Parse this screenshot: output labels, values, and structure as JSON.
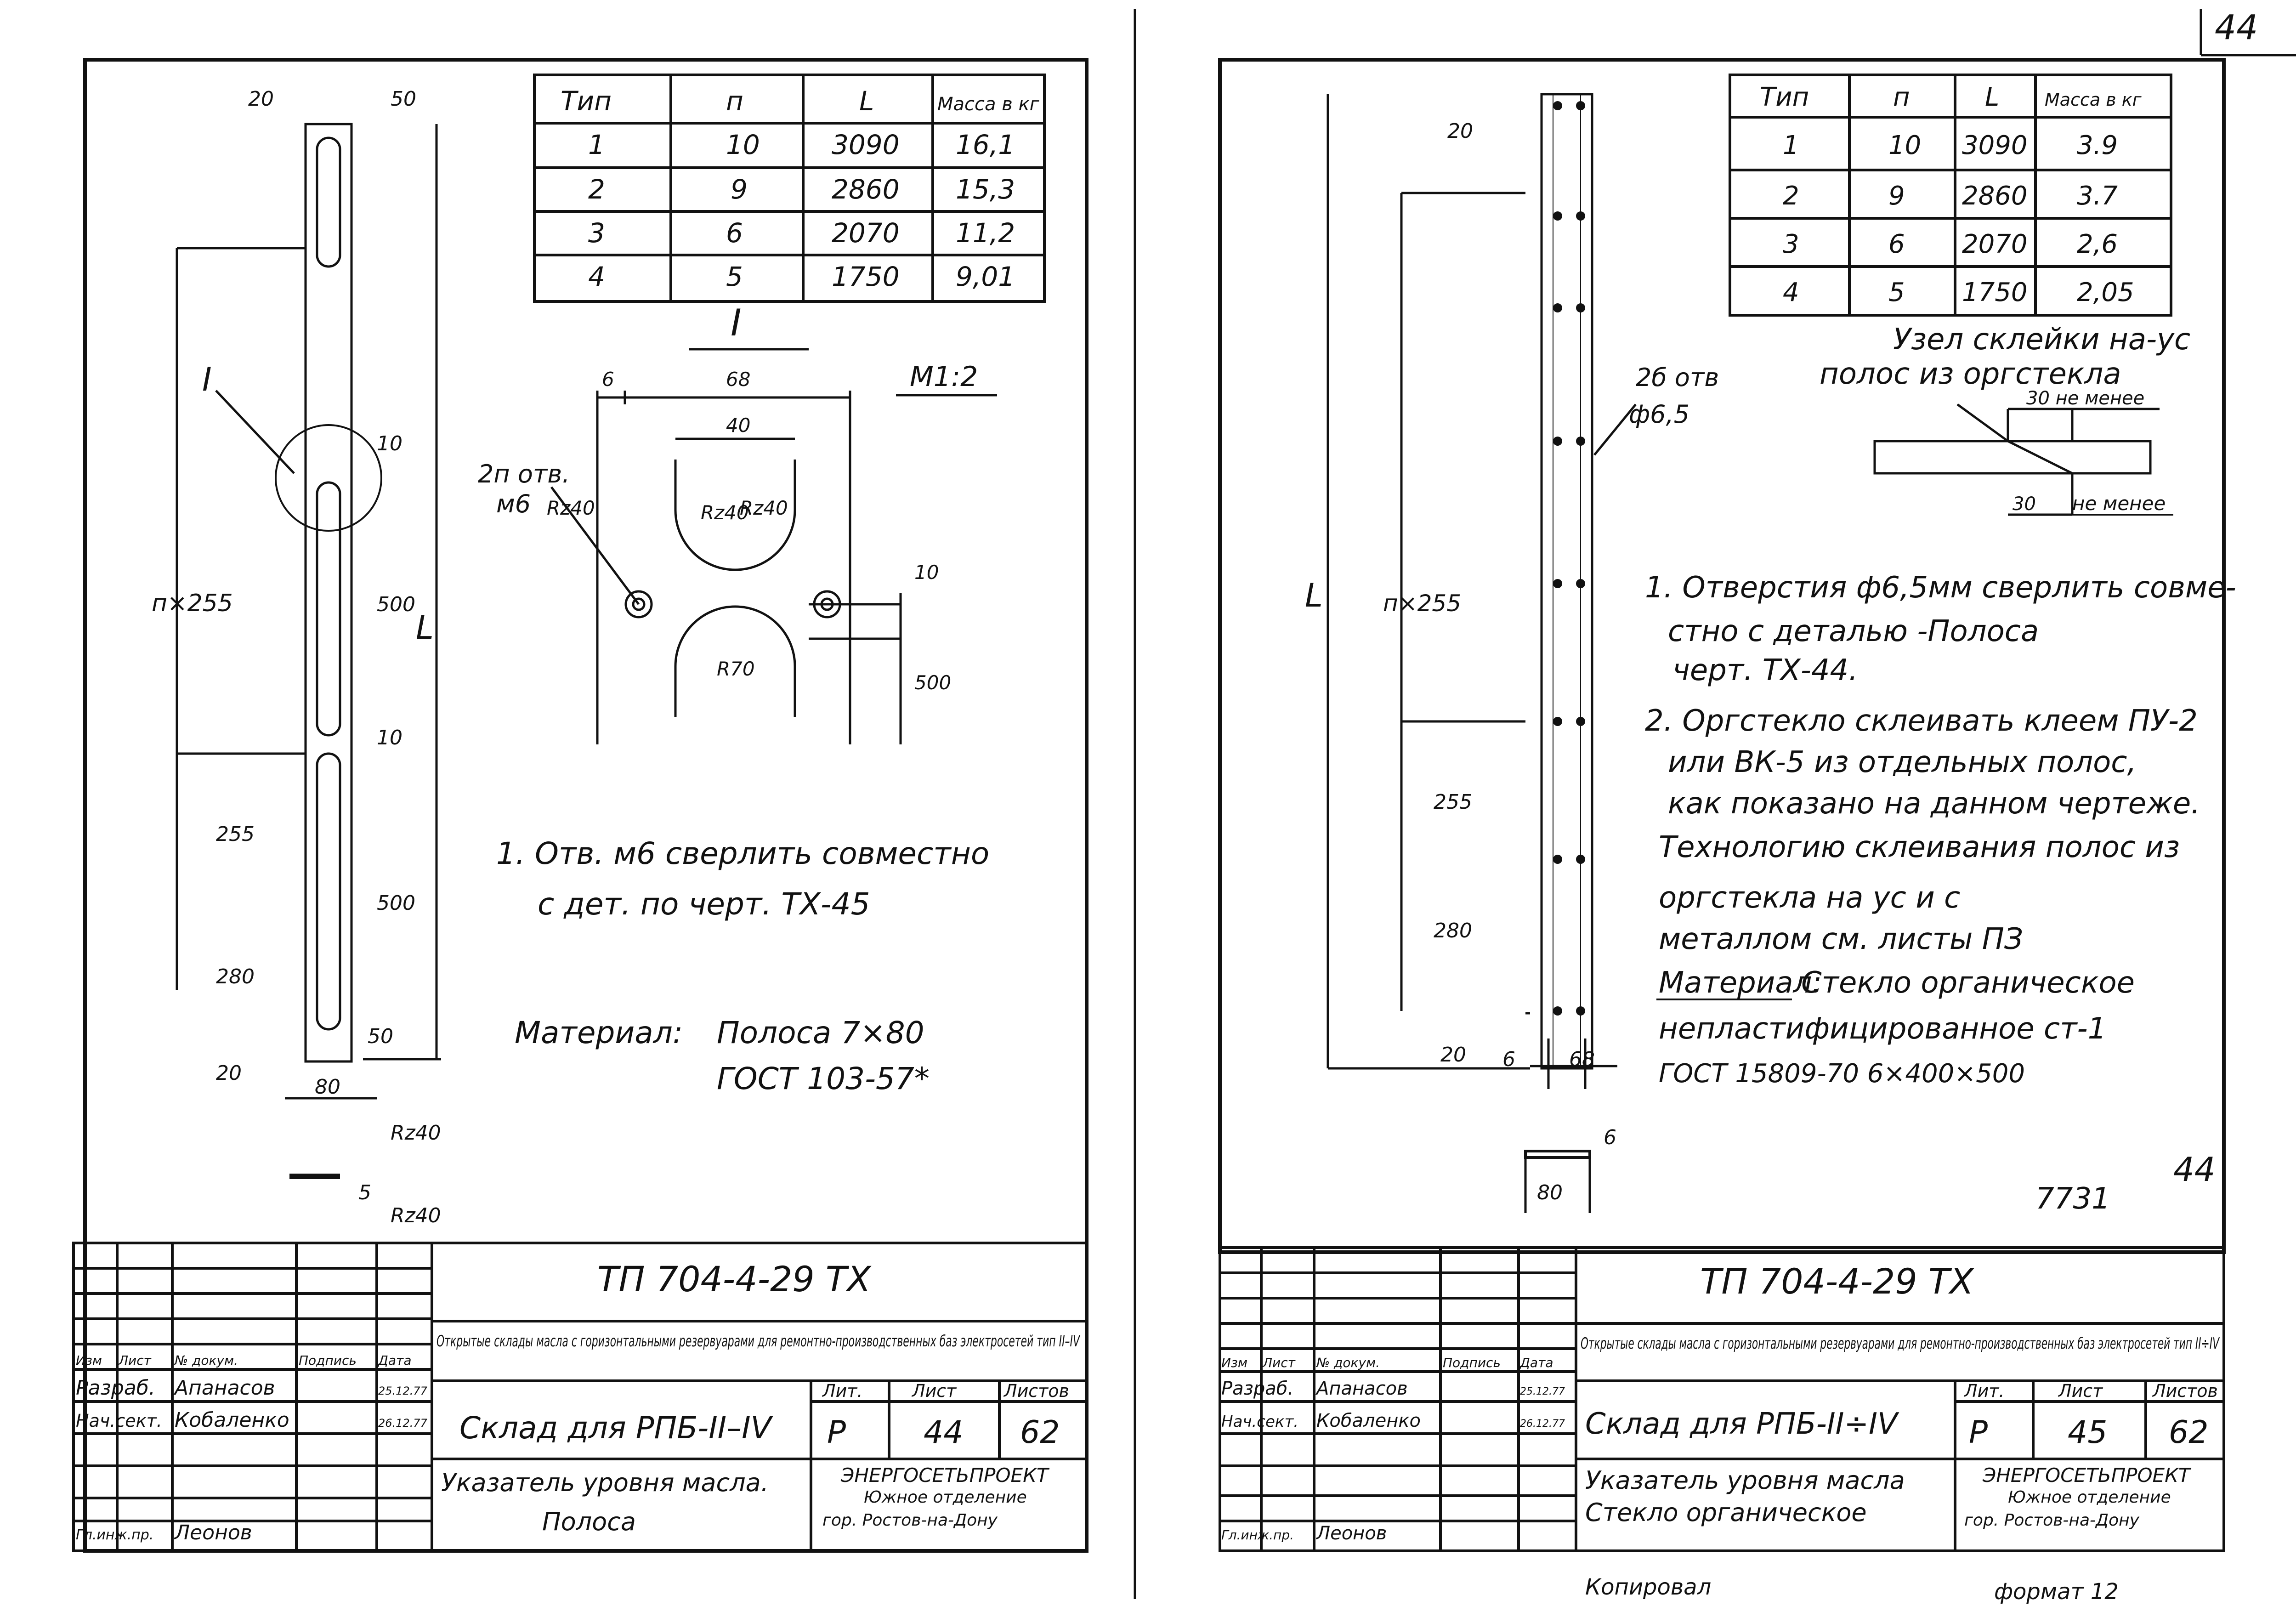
{
  "corner_number": "44",
  "left": {
    "table": {
      "headers": [
        "Тип",
        "п",
        "L",
        "Масса в кг"
      ],
      "rows": [
        [
          "1",
          "10",
          "3090",
          "16,1"
        ],
        [
          "2",
          "9",
          "2860",
          "15,3"
        ],
        [
          "3",
          "6",
          "2070",
          "11,2"
        ],
        [
          "4",
          "5",
          "1750",
          "9,01"
        ]
      ]
    },
    "detail_label": "I",
    "scale": "М1:2",
    "detail_dims": {
      "d6": "6",
      "d68": "68",
      "d40": "40",
      "d10": "10",
      "d500": "500",
      "rz40a": "Rz40",
      "rz40b": "Rz40",
      "r70": "R70",
      "rz40c": "Rz40",
      "holes": "2п отв.",
      "holes2": "м6"
    },
    "strip_dims": {
      "d20t": "20",
      "d50t": "50",
      "d10a": "10",
      "d500a": "500",
      "d10b": "10",
      "d500b": "500",
      "d50b": "50",
      "d20b": "20",
      "d80": "80",
      "n255": "п×255",
      "d255": "255",
      "d280": "280",
      "L": "L",
      "I": "I"
    },
    "rough": {
      "a": "Rz40",
      "b": "Rz40",
      "five": "5"
    },
    "note1_line1": "1. Отв. м6 сверлить совместно",
    "note1_line2": "с дет. по черт. ТХ-45",
    "material_label": "Материал:",
    "material_line1": "Полоса 7×80",
    "material_line2": "ГОСТ 103-57*",
    "title_block": {
      "code": "ТП 704-4-29 ТХ",
      "desc": "Открытые склады масла с горизонтальными резервуарами для ремонтно-производственных баз электросетей тип II–IV",
      "col_headers": [
        "Изм",
        "Лист",
        "№ докум.",
        "Подпись",
        "Дата"
      ],
      "roles": [
        {
          "role": "Разраб.",
          "name": "Апанасов",
          "date": "25.12.77"
        },
        {
          "role": "Нач.сект.",
          "name": "Кобаленко",
          "date": "26.12.77"
        },
        {
          "role": "Гл.инж.пр.",
          "name": "Леонов",
          "date": ""
        }
      ],
      "name1": "Склад для РПБ-II–IV",
      "name2": "Указатель уровня масла.",
      "name3": "Полоса",
      "lit_label": "Лит.",
      "sheet_label": "Лист",
      "sheets_label": "Листов",
      "lit": "Р",
      "sheet": "44",
      "sheets": "62",
      "org": "ЭНЕРГОСЕТЬПРОЕКТ",
      "org2": "Южное отделение",
      "org3": "гор. Ростов-на-Дону"
    }
  },
  "right": {
    "table": {
      "headers": [
        "Тип",
        "п",
        "L",
        "Масса в кг"
      ],
      "rows": [
        [
          "1",
          "10",
          "3090",
          "3.9"
        ],
        [
          "2",
          "9",
          "2860",
          "3.7"
        ],
        [
          "3",
          "6",
          "2070",
          "2,6"
        ],
        [
          "4",
          "5",
          "1750",
          "2,05"
        ]
      ]
    },
    "joint_title1": "Узел склейки на-ус",
    "joint_title2": "полос из оргстекла",
    "joint_dims": {
      "top": "30 не менее",
      "bottom": "30",
      "bottom2": "не менее"
    },
    "holes_label": "2б отв",
    "holes_dia": "ф6,5",
    "strip_dims": {
      "d20": "20",
      "n255": "п×255",
      "L": "L",
      "d255": "255",
      "d280": "280",
      "d20b": "20",
      "d6": "6",
      "d68": "68",
      "d6b": "6",
      "d80": "80"
    },
    "notes": [
      "1. Отверстия ф6,5мм сверлить совме-",
      "стно с деталью -Полоса",
      "черт. ТХ-44.",
      "2. Оргстекло склеивать клеем ПУ-2",
      "или ВК-5 из отдельных полос,",
      "как показано на данном чертеже.",
      "Технологию склеивания полос из",
      "оргстекла на ус и с",
      "металлом см. листы ПЗ"
    ],
    "material_label": "Материал:",
    "material_line1": "Стекло органическое",
    "material_line2": "непластифицированное ст-1",
    "material_line3": "ГОСТ 15809-70 6×400×500",
    "stamp_num": "7731",
    "stamp_sheet": "44",
    "title_block": {
      "code": "ТП 704-4-29 ТХ",
      "desc": "Открытые склады масла с горизонтальными резервуарами для ремонтно-производственных баз электросетей тип II÷IV",
      "col_headers": [
        "Изм",
        "Лист",
        "№ докум.",
        "Подпись",
        "Дата"
      ],
      "roles": [
        {
          "role": "Разраб.",
          "name": "Апанасов",
          "date": "25.12.77"
        },
        {
          "role": "Нач.сект.",
          "name": "Кобаленко",
          "date": "26.12.77"
        },
        {
          "role": "Гл.инж.пр.",
          "name": "Леонов",
          "date": ""
        }
      ],
      "name1": "Склад для РПБ-II÷IV",
      "name2": "Указатель уровня масла",
      "name3": "Стекло органическое",
      "lit_label": "Лит.",
      "sheet_label": "Лист",
      "sheets_label": "Листов",
      "lit": "Р",
      "sheet": "45",
      "sheets": "62",
      "org": "ЭНЕРГОСЕТЬПРОЕКТ",
      "org2": "Южное отделение",
      "org3": "гор. Ростов-на-Дону"
    },
    "copied": "Копировал",
    "format": "формат 12"
  }
}
